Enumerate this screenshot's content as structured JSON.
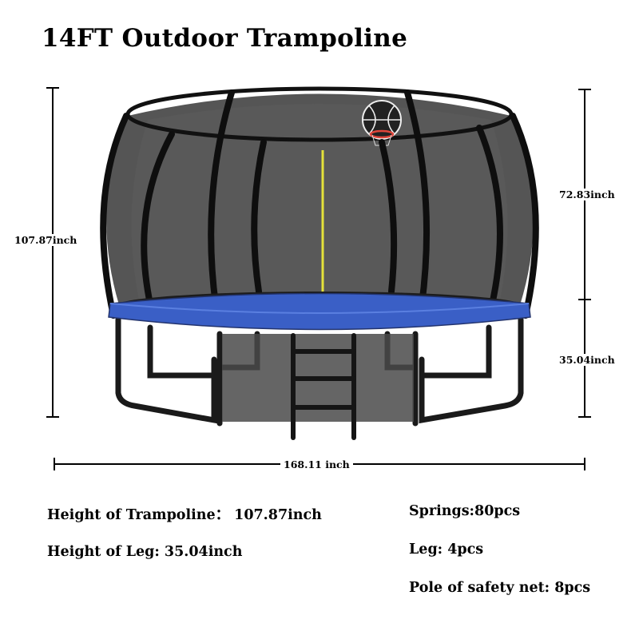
{
  "title": "14FT Outdoor Trampoline",
  "dimensions": {
    "total_height": "107.87inch",
    "net_height": "72.83inch",
    "leg_height": "35.04inch",
    "diameter": "168.11 inch"
  },
  "specs_left": [
    {
      "label": "Height of Trampoline：",
      "value": "107.87inch"
    },
    {
      "label": "Height of Leg:",
      "value": "35.04inch"
    }
  ],
  "specs_right": [
    {
      "label": "Springs:80pcs"
    },
    {
      "label": "Leg: 4pcs"
    },
    {
      "label": "Pole of safety net: 8pcs"
    }
  ],
  "colors": {
    "frame_pad": "#3a5fc6",
    "net": "#3f3f3f",
    "pole": "#111111",
    "zip_accent": "#e4e13a",
    "hoop_rim": "#e0453a"
  }
}
